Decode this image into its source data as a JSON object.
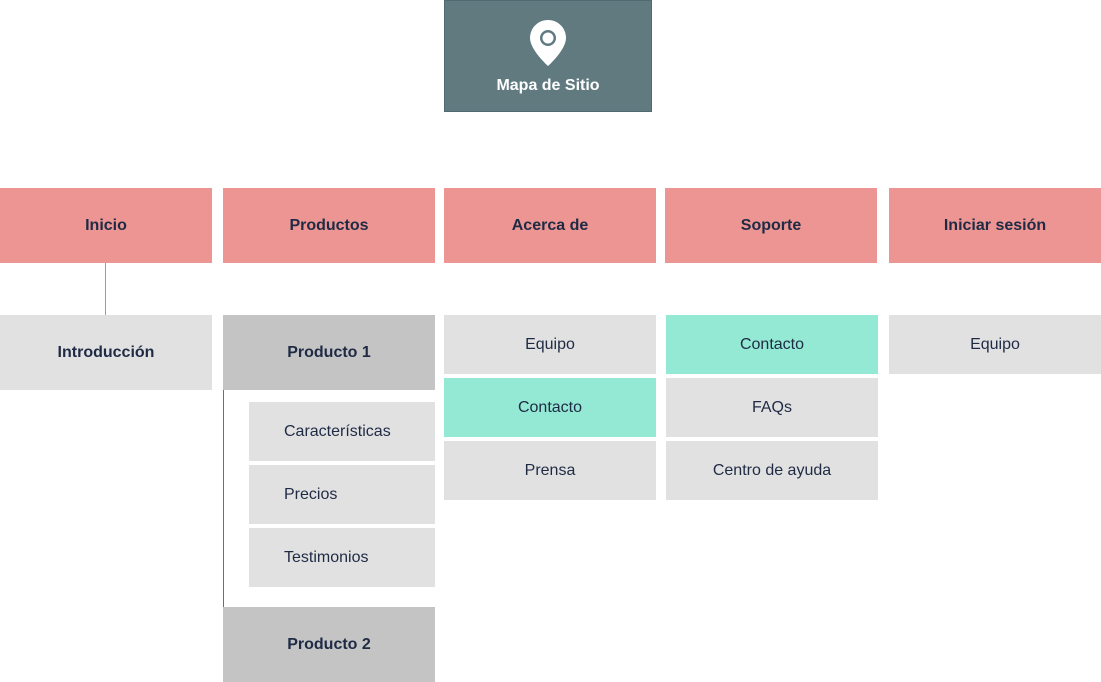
{
  "root": {
    "icon": "map-pin-icon",
    "title": "Mapa de Sitio"
  },
  "top_level": {
    "inicio": "Inicio",
    "productos": "Productos",
    "acerca": "Acerca de",
    "soporte": "Soporte",
    "iniciar": "Iniciar sesión"
  },
  "inicio_children": {
    "introduccion": "Introducción"
  },
  "productos_children": {
    "producto1": "Producto 1",
    "caracteristicas": "Características",
    "precios": "Precios",
    "testimonios": "Testimonios",
    "producto2": "Producto 2"
  },
  "acerca_children": {
    "equipo": "Equipo",
    "contacto": "Contacto",
    "prensa": "Prensa"
  },
  "soporte_children": {
    "contacto": "Contacto",
    "faqs": "FAQs",
    "centro": "Centro de ayuda"
  },
  "iniciar_children": {
    "equipo": "Equipo"
  },
  "colors": {
    "root": "#607a80",
    "top_level": "#ec9593",
    "child": "#e1e1e1",
    "highlight": "#93e9d3",
    "product": "#c4c4c4",
    "text": "#1f2a44"
  }
}
